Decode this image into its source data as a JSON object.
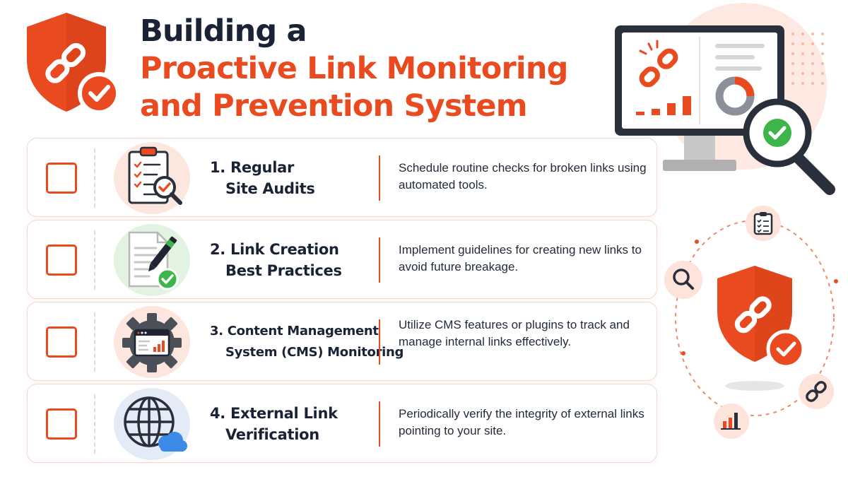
{
  "title": {
    "line1": "Building a",
    "line2": "Proactive Link Monitoring",
    "line3": "and Prevention System"
  },
  "colors": {
    "accent": "#ea4a1f",
    "dark": "#1a2235",
    "success": "#3cb54a",
    "cloud": "#3d8be8"
  },
  "steps": [
    {
      "title_line1": "1. Regular",
      "title_line2": "Site Audits",
      "description": "Schedule routine checks for broken links using automated tools.",
      "icon": "clipboard-magnifier-icon"
    },
    {
      "title_line1": "2. Link Creation",
      "title_line2": "Best Practices",
      "description": "Implement guidelines for creating new links to avoid future breakage.",
      "icon": "document-pen-check-icon"
    },
    {
      "title_line1": "3. Content Management",
      "title_line2": "System (CMS) Monitoring",
      "description": "Utilize CMS features or plugins to track and manage internal links effectively.",
      "icon": "gear-browser-icon"
    },
    {
      "title_line1": "4. External Link",
      "title_line2": "Verification",
      "description": "Periodically verify the integrity of external links pointing to your site.",
      "icon": "globe-cloud-icon"
    }
  ]
}
